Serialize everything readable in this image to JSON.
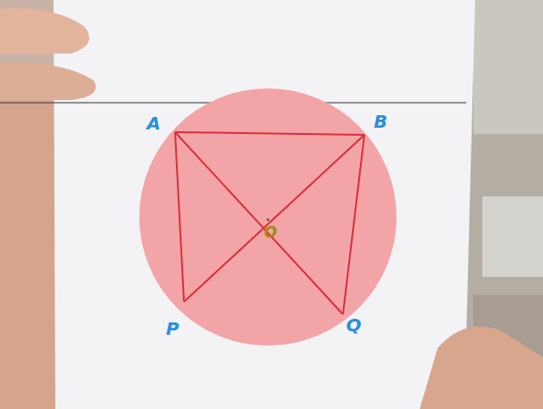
{
  "diagram": {
    "labels": [
      "A",
      "B",
      "P",
      "Q",
      "O"
    ]
  }
}
